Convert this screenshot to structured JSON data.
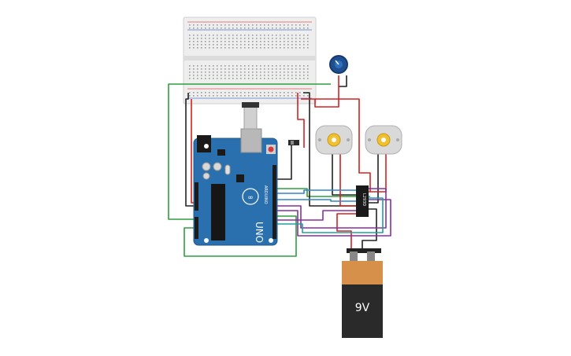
{
  "canvas": {
    "background": "#ffffff"
  },
  "breadboard": {
    "body_color": "#eeeeee",
    "rail_red": "#e05555",
    "rail_blue": "#5577cc"
  },
  "arduino": {
    "board_color": "#2a6fae",
    "logo": "ARDUINO",
    "model": "UNO"
  },
  "l293d": {
    "label": "L293D"
  },
  "battery": {
    "label": "9V",
    "top_color": "#d7904a",
    "body_color": "#2a2a2a"
  },
  "motors": [
    {
      "id": "motor-left"
    },
    {
      "id": "motor-right"
    }
  ],
  "potentiometer": {
    "knob_color": "#1f4f8f"
  },
  "wire_colors": {
    "red": "#d62020",
    "black": "#222222",
    "green": "#2e9e3e",
    "purple": "#8a2fa0",
    "blue": "#2f86c8",
    "teal": "#1fa0a0"
  }
}
